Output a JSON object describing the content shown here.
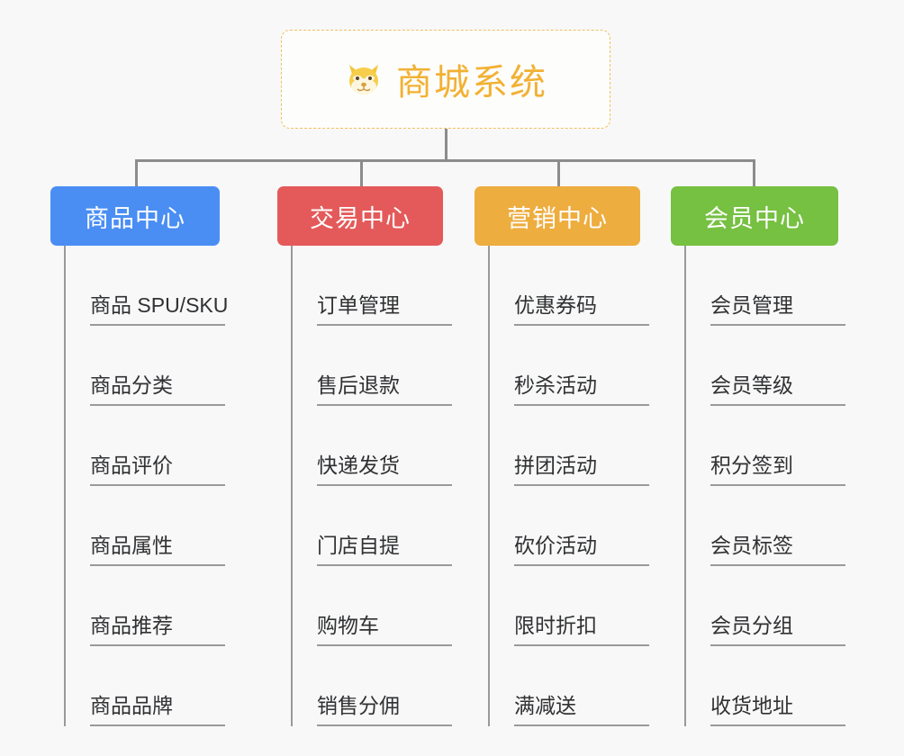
{
  "page": {
    "background_color": "#f8f8f8",
    "type": "mindmap",
    "line_color": "#8c8c8c"
  },
  "root": {
    "title": "商城系统",
    "icon": "shiba-dog-face-icon",
    "border_color": "#f0c060",
    "text_color": "#f2b134",
    "background_color": "#fdfdfb"
  },
  "branches": [
    {
      "label": "商品中心",
      "color": "#4a8ef4",
      "items": [
        "商品 SPU/SKU",
        "商品分类",
        "商品评价",
        "商品属性",
        "商品推荐",
        "商品品牌"
      ]
    },
    {
      "label": "交易中心",
      "color": "#e45a5a",
      "items": [
        "订单管理",
        "售后退款",
        "快递发货",
        "门店自提",
        "购物车",
        "销售分佣"
      ]
    },
    {
      "label": "营销中心",
      "color": "#eead3f",
      "items": [
        "优惠券码",
        "秒杀活动",
        "拼团活动",
        "砍价活动",
        "限时折扣",
        "满减送"
      ]
    },
    {
      "label": "会员中心",
      "color": "#76c042",
      "items": [
        "会员管理",
        "会员等级",
        "积分签到",
        "会员标签",
        "会员分组",
        "收货地址"
      ]
    }
  ]
}
